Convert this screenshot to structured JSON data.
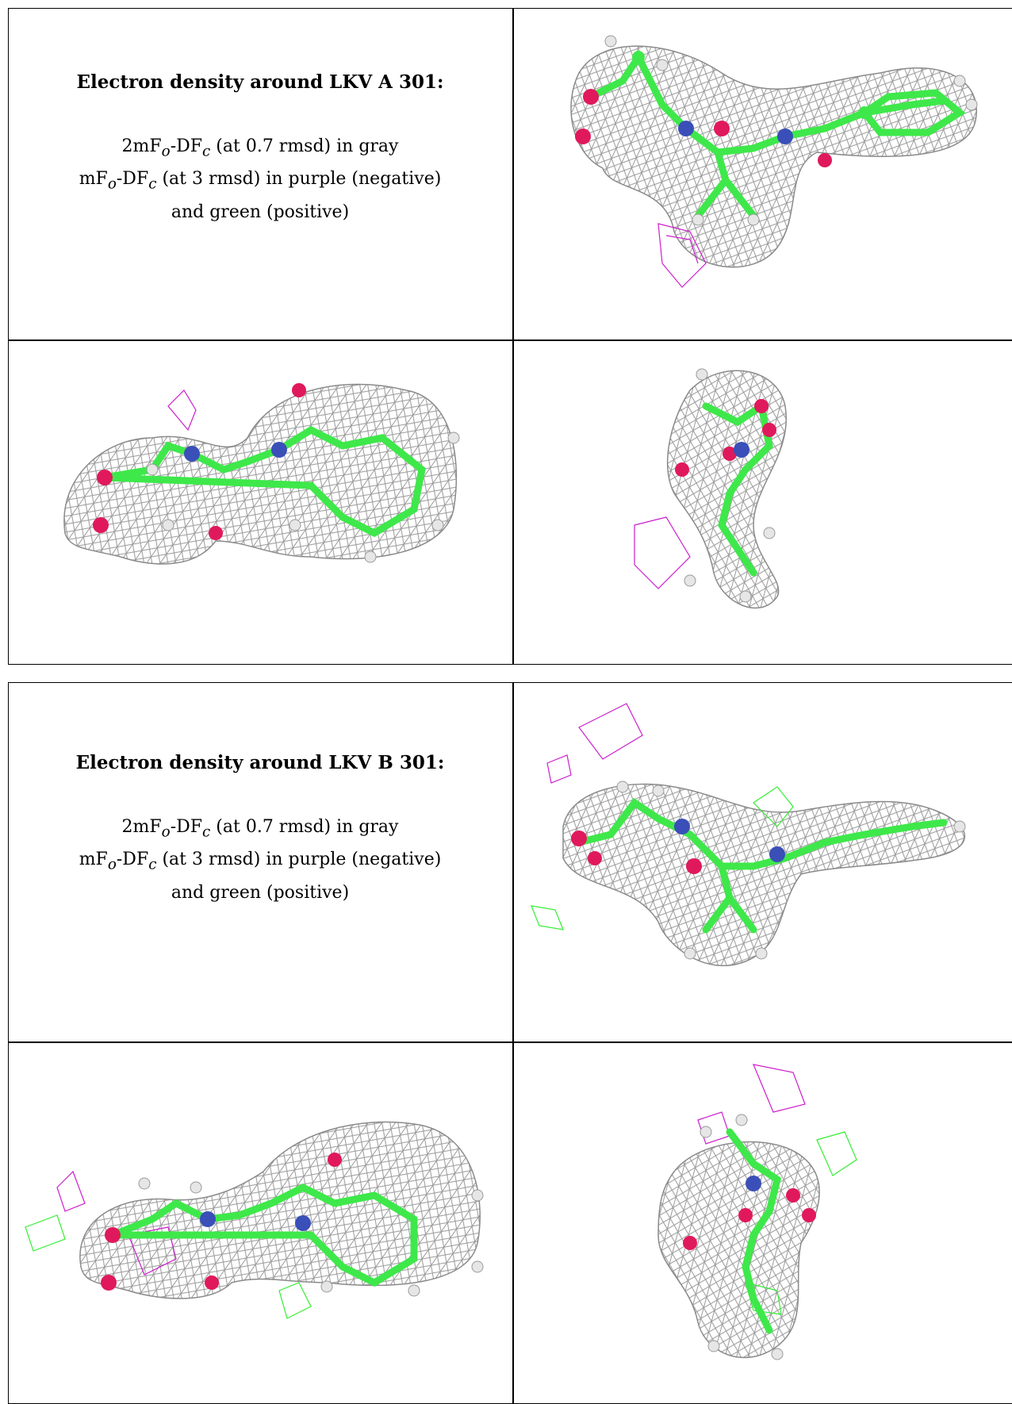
{
  "colors": {
    "mesh_gray": "#9a9a9a",
    "carbon_green": "#3ee84a",
    "oxygen_red": "#e0195c",
    "nitrogen_blue": "#3a4fb8",
    "hydrogen_white": "#e6e6e6",
    "difference_negative_purple": "#cc1fcc",
    "difference_positive_green": "#33ee33"
  },
  "blocks": [
    {
      "title": "Electron density around LKV A 301:",
      "line1": {
        "a": "2mF",
        "a_sub": "o",
        "b": "-DF",
        "b_sub": "c",
        "rest": " (at 0.7 rmsd) in gray"
      },
      "line2": {
        "a": "mF",
        "a_sub": "o",
        "b": "-DF",
        "b_sub": "c",
        "rest": " (at 3 rmsd) in purple (negative)"
      },
      "line3": "and green (positive)"
    },
    {
      "title": "Electron density around LKV B 301:",
      "line1": {
        "a": "2mF",
        "a_sub": "o",
        "b": "-DF",
        "b_sub": "c",
        "rest": " (at 0.7 rmsd) in gray"
      },
      "line2": {
        "a": "mF",
        "a_sub": "o",
        "b": "-DF",
        "b_sub": "c",
        "rest": " (at 3 rmsd) in purple (negative)"
      },
      "line3": "and green (positive)"
    }
  ]
}
